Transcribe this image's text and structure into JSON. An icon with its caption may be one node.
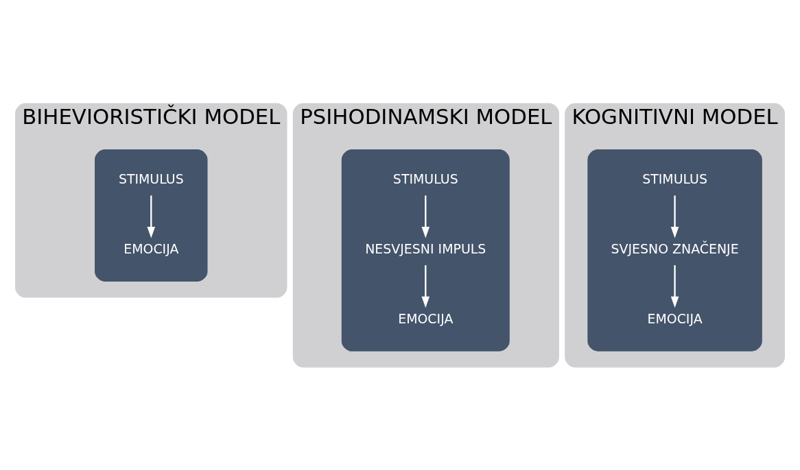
{
  "diagram": {
    "nodes": [
      {
        "text": [
          "BIHEVIORISTIČKI MODEL"
        ]
      },
      {
        "text": [],
        "shape": "box",
        "in": 0
      },
      {
        "text": [
          "STIMULUS"
        ],
        "in": 1
      },
      {
        "text": [
          "EMOCIJA"
        ],
        "in": 1
      },
      {
        "text": [
          "PSIHODINAMSKI MODEL"
        ]
      },
      {
        "text": [],
        "shape": "box",
        "in": 4
      },
      {
        "text": [
          "STIMULUS"
        ],
        "in": 5
      },
      {
        "text": [
          "NESVJESNI IMPULS"
        ],
        "in": 5
      },
      {
        "text": [
          "EMOCIJA"
        ],
        "in": 5
      },
      {
        "text": [
          "KOGNITIVNI MODEL"
        ]
      },
      {
        "text": [],
        "shape": "box",
        "in": 9
      },
      {
        "text": [
          "STIMULUS"
        ],
        "in": 10
      },
      {
        "text": [
          "SVJESNO ZNAČENJE"
        ],
        "in": 10
      },
      {
        "text": [
          "EMOCIJA"
        ],
        "in": 10
      }
    ],
    "edges": [
      {
        "from": 2,
        "to": 3,
        "arrow": "to"
      },
      {
        "from": 6,
        "to": 7,
        "arrow": "to"
      },
      {
        "from": 7,
        "to": 8,
        "arrow": "to"
      },
      {
        "from": 11,
        "to": 12,
        "arrow": "to"
      },
      {
        "from": 12,
        "to": 13,
        "arrow": "to"
      }
    ]
  }
}
